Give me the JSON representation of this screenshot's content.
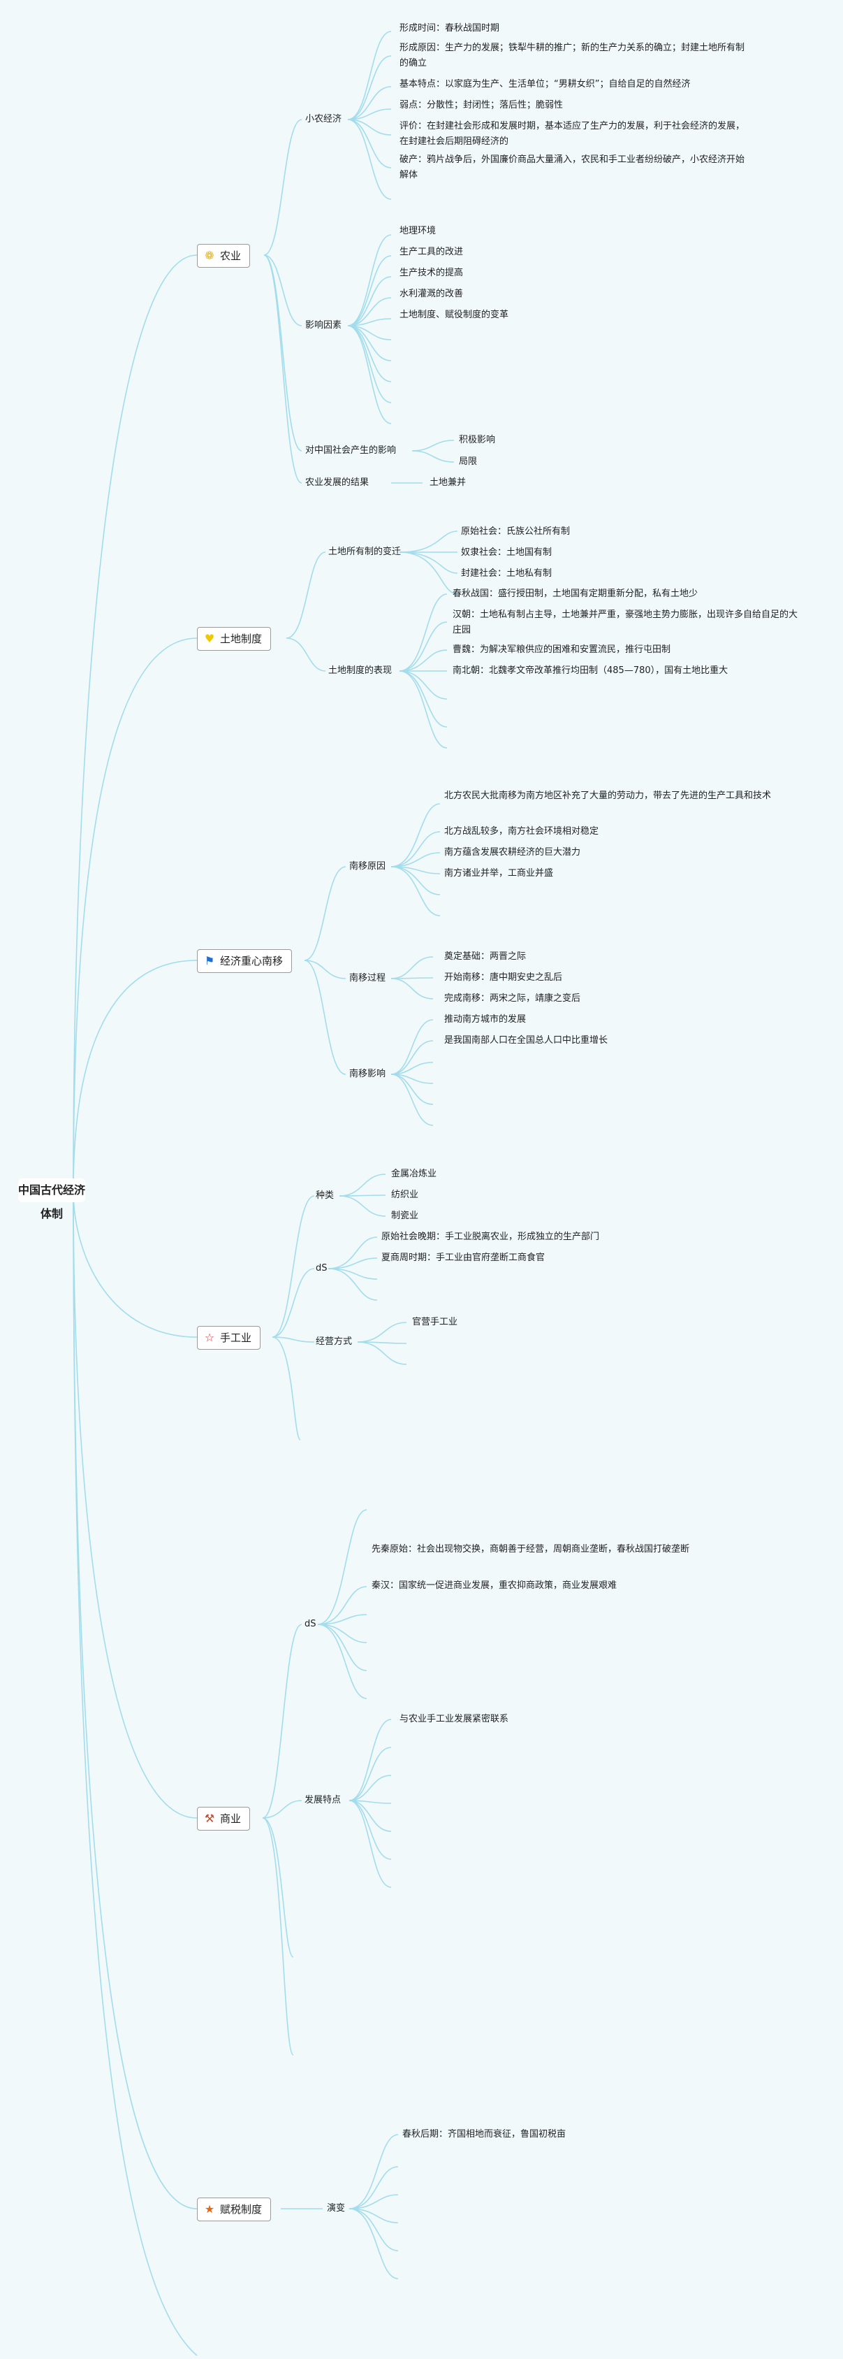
{
  "root": "中国古代经济体制",
  "colors": {
    "edge": "#a3dcec",
    "background": "#f1f9fb"
  },
  "agriculture": {
    "title": "农业",
    "icon": "wheat-bundle-icon",
    "small": "小农经济",
    "small_items": [
      "形成时间：春秋战国时期",
      "形成原因：生产力的发展；铁犁牛耕的推广；新的生产力关系的确立；封建土地所有制的确立",
      "基本特点：以家庭为生产、生活单位；“男耕女织”；自给自足的自然经济",
      "弱点：分散性；封闭性；落后性；脆弱性",
      "评价：在封建社会形成和发展时期，基本适应了生产力的发展，利于社会经济的发展，在封建社会后期阻碍经济的",
      "破产：鸦片战争后，外国廉价商品大量涌入，农民和手工业者纷纷破产，小农经济开始解体"
    ],
    "factors": "影响因素",
    "factor_items": [
      "地理环境",
      "生产工具的改进",
      "生产技术的提高",
      "水利灌溉的改善",
      "土地制度、赋役制度的变革"
    ],
    "impact": "对中国社会产生的影响",
    "impact_items": [
      "积极影响",
      "局限"
    ],
    "result": "农业发展的结果",
    "result_item": "土地兼并"
  },
  "land": {
    "title": "土地制度",
    "icon": "heart-icon",
    "change": "土地所有制的变迁",
    "change_items": [
      "原始社会：氏族公社所有制",
      "奴隶社会：土地国有制",
      "封建社会：土地私有制"
    ],
    "show": "土地制度的表现",
    "show_items": [
      "春秋战国：盛行授田制，土地国有定期重新分配，私有土地少",
      "汉朝：土地私有制占主导，土地兼并严重，豪强地主势力膨胀，出现许多自给自足的大庄园",
      "曹魏：为解决军粮供应的困难和安置流民，推行屯田制",
      "南北朝：北魏孝文帝改革推行均田制（485—780），国有土地比重大"
    ]
  },
  "economy": {
    "title": "经济重心南移",
    "icon": "flag-icon",
    "reason": "南移原因",
    "reason_items": [
      "北方农民大批南移为南方地区补充了大量的劳动力，带去了先进的生产工具和技术",
      "北方战乱较多，南方社会环境相对稳定",
      "南方蕴含发展农耕经济的巨大潜力",
      "南方诸业并举，工商业并盛"
    ],
    "process": "南移过程",
    "process_items": [
      "奠定基础：两晋之际",
      "开始南移：唐中期安史之乱后",
      "完成南移：两宋之际，靖康之变后"
    ],
    "effect": "南移影响",
    "effect_items": [
      "推动南方城市的发展",
      "是我国南部人口在全国总人口中比重增长"
    ]
  },
  "handicraft": {
    "title": "手工业",
    "icon": "star-icon",
    "types": "种类",
    "type_items": [
      "金属冶炼业",
      "纺织业",
      "制瓷业"
    ],
    "ds": "dS",
    "ds_items": [
      "原始社会晚期：手工业脱离农业，形成独立的生产部门",
      "夏商周时期：手工业由官府垄断工商食官"
    ],
    "manage": "经营方式",
    "manage_items": [
      "官营手工业"
    ]
  },
  "commerce": {
    "title": "商业",
    "icon": "hammer-icon",
    "ds": "dS",
    "ds_items": [
      "先秦原始：社会出现物交换，商朝善于经营，周朝商业垄断，春秋战国打破垄断",
      "秦汉：国家统一促进商业发展，重农抑商政策，商业发展艰难"
    ],
    "feature": "发展特点",
    "feature_items": [
      "与农业手工业发展紧密联系"
    ]
  },
  "tax": {
    "title": "赋税制度",
    "icon": "star-filled-icon",
    "evolve": "演变",
    "evolve_items": [
      "春秋后期：齐国相地而衰征，鲁国初税亩"
    ]
  }
}
